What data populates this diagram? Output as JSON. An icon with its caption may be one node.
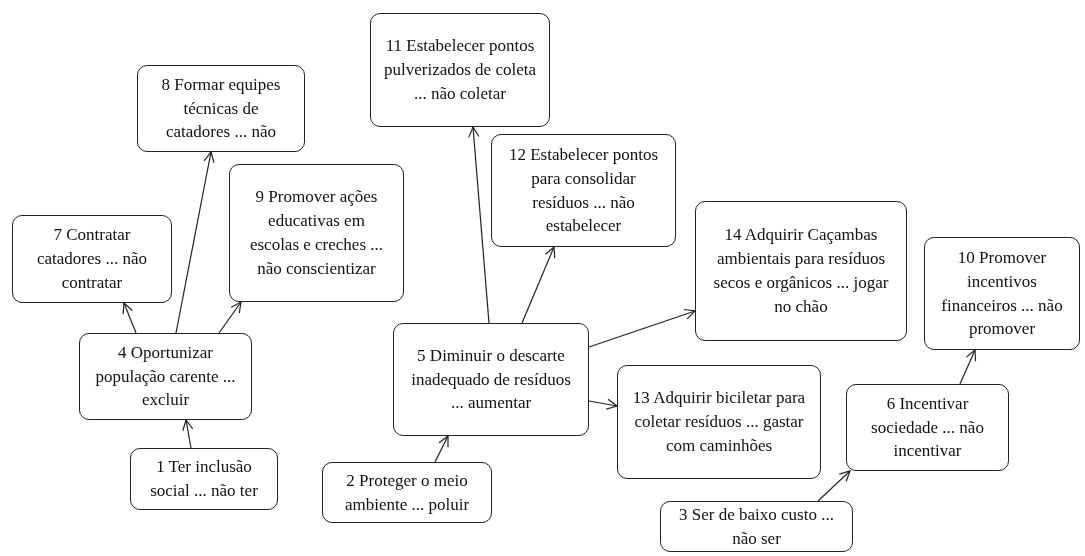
{
  "diagram": {
    "nodes": [
      {
        "text": [
          "11 Estabelecer pontos pulverizados de coleta ... não coletar"
        ]
      },
      {
        "text": [
          "8 Formar equipes técnicas de catadores ... não"
        ]
      },
      {
        "text": [
          "12 Estabelecer pontos para consolidar resíduos ... não estabelecer"
        ]
      },
      {
        "text": [
          "9 Promover ações educativas em escolas e creches ... não conscientizar"
        ]
      },
      {
        "text": [
          "14 Adquirir Caçambas ambientais para resíduos secos e orgânicos ... jogar no chão"
        ]
      },
      {
        "text": [
          "7 Contratar catadores ... não contratar"
        ]
      },
      {
        "text": [
          "10 Promover incentivos financeiros ... não promover"
        ]
      },
      {
        "text": [
          "5 Diminuir o descarte inadequado de resíduos ... aumentar"
        ]
      },
      {
        "text": [
          "4 Oportunizar população carente ... excluir"
        ]
      },
      {
        "text": [
          "13 Adquirir biciletar para coletar resíduos ... gastar com caminhões"
        ]
      },
      {
        "text": [
          "6 Incentivar sociedade ... não incentivar"
        ]
      },
      {
        "text": [
          "1 Ter inclusão social ... não ter"
        ]
      },
      {
        "text": [
          "2 Proteger o meio ambiente ... poluir"
        ]
      },
      {
        "text": [
          "3 Ser de baixo custo ... não ser"
        ]
      }
    ],
    "edges": [
      {
        "from": 11,
        "to": 8,
        "arrow": "to"
      },
      {
        "from": 8,
        "to": 5,
        "arrow": "to"
      },
      {
        "from": 8,
        "to": 1,
        "arrow": "to"
      },
      {
        "from": 8,
        "to": 3,
        "arrow": "to"
      },
      {
        "from": 12,
        "to": 7,
        "arrow": "to"
      },
      {
        "from": 7,
        "to": 0,
        "arrow": "to"
      },
      {
        "from": 7,
        "to": 2,
        "arrow": "to"
      },
      {
        "from": 7,
        "to": 4,
        "arrow": "to"
      },
      {
        "from": 7,
        "to": 9,
        "arrow": "to"
      },
      {
        "from": 13,
        "to": 10,
        "arrow": "to"
      },
      {
        "from": 10,
        "to": 6,
        "arrow": "to"
      }
    ]
  }
}
